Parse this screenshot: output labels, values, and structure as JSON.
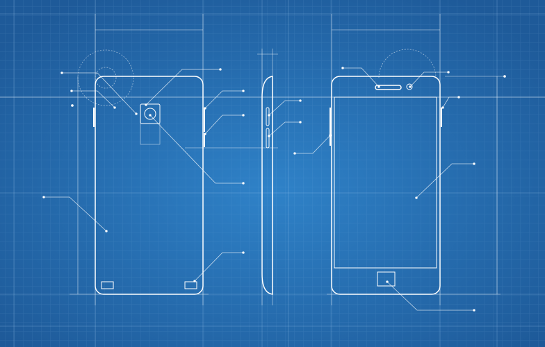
{
  "colors": {
    "background_center": "#2f7fc4",
    "background_edge": "#1f5c9c",
    "line": "#ffffff",
    "grid": "#8fc0ee"
  },
  "views": [
    "phone-back-view",
    "phone-side-view",
    "phone-front-view"
  ]
}
